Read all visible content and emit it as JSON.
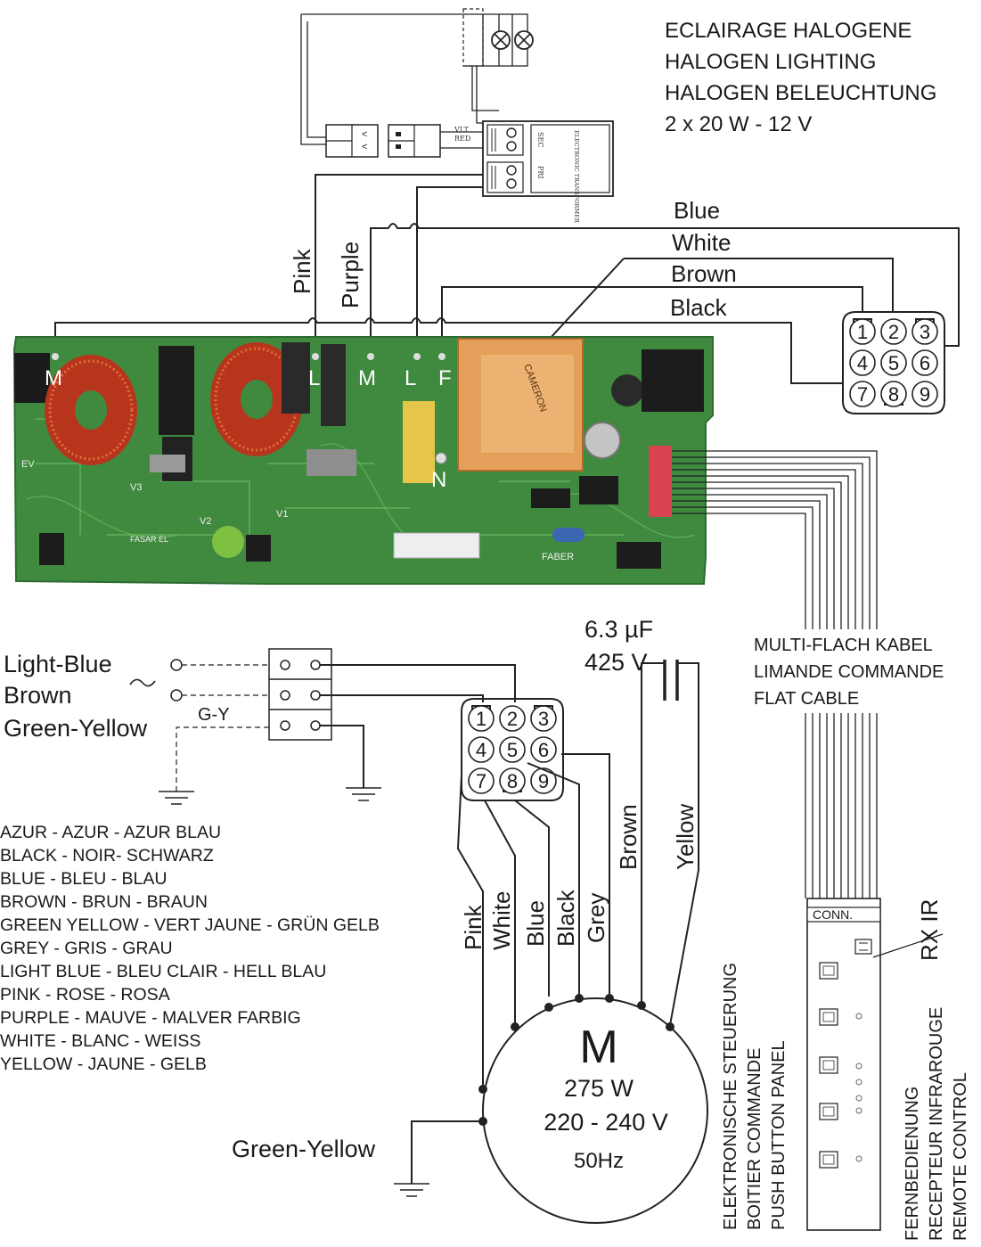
{
  "halogen": {
    "title_fr": "ECLAIRAGE HALOGENE",
    "title_en": "HALOGEN LIGHTING",
    "title_de": "HALOGEN BELEUCHTUNG",
    "rating": "2 x 20 W - 12 V"
  },
  "transformer": {
    "vlt": "VLT",
    "red": "RED",
    "sec": "SEC",
    "pri": "PRI",
    "name": "ELECTRONIC TRANSFORMER"
  },
  "top_wires": {
    "pink": "Pink",
    "purple": "Purple",
    "blue": "Blue",
    "white": "White",
    "brown": "Brown",
    "black": "Black"
  },
  "board_terminals": [
    "M",
    "L",
    "M",
    "L",
    "F",
    "N"
  ],
  "board_prints": {
    "model": "FASAR EL",
    "brand": "FABER",
    "cameron": "CAMERON",
    "v1": "V1",
    "v2": "V2",
    "v3": "V3",
    "ev": "EV"
  },
  "connector_pins": [
    "1",
    "2",
    "3",
    "4",
    "5",
    "6",
    "7",
    "8",
    "9"
  ],
  "capacitor": {
    "capacitance": "6.3 µF",
    "voltage": "425 V"
  },
  "flat_cable": {
    "de": "MULTI-FLACH KABEL",
    "fr": "LIMANDE COMMANDE",
    "en": "FLAT CABLE"
  },
  "mains": {
    "light_blue": "Light-Blue",
    "brown": "Brown",
    "green_yellow": "Green-Yellow",
    "gy": "G-Y"
  },
  "motor_wires": {
    "pink": "Pink",
    "white": "White",
    "blue": "Blue",
    "black": "Black",
    "grey": "Grey",
    "brown": "Brown",
    "yellow": "Yellow"
  },
  "motor": {
    "symbol": "M",
    "power": "275 W",
    "voltage": "220 - 240 V",
    "frequency": "50Hz",
    "ground_label": "Green-Yellow"
  },
  "legend": [
    "AZUR - AZUR - AZUR BLAU",
    "BLACK - NOIR- SCHWARZ",
    "BLUE - BLEU - BLAU",
    "BROWN - BRUN - BRAUN",
    "GREEN YELLOW - VERT JAUNE - GRÜN GELB",
    "GREY - GRIS - GRAU",
    "LIGHT BLUE - BLEU CLAIR - HELL BLAU",
    "PINK - ROSE - ROSA",
    "PURPLE - MAUVE - MALVER FARBIG",
    "WHITE - BLANC - WEISS",
    "YELLOW - JAUNE - GELB"
  ],
  "panel": {
    "conn": "CONN.",
    "rx_ir": "RX IR"
  },
  "control_labels": {
    "de": "ELEKTRONISCHE STEUERUNG",
    "fr": "BOITIER COMMANDE",
    "en": "PUSH BUTTON PANEL"
  },
  "remote_labels": {
    "de": "FERNBEDIENUNG",
    "fr": "RECEPTEUR INFRAROUGE",
    "en": "REMOTE CONTROL"
  },
  "colors": {
    "pcb": "#3f8a3f",
    "pcb_dark": "#2d6b31",
    "coil": "#b8351d",
    "transformer": "#e4a05a",
    "cap_yellow": "#e6c64a",
    "flat_connector": "#d8434f",
    "green_dot": "#7ec142"
  }
}
